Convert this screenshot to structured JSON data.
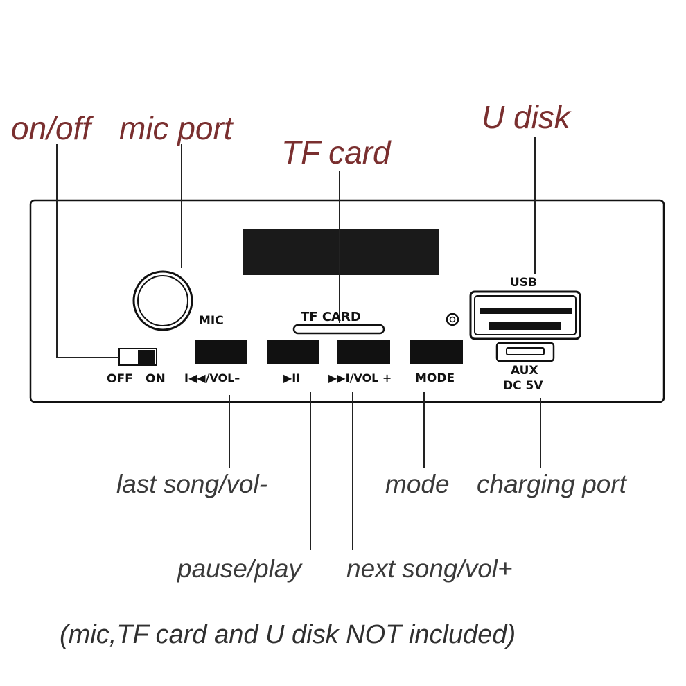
{
  "callouts": {
    "on_off": "on/off",
    "mic_port": "mic port",
    "tf_card": "TF card",
    "u_disk": "U disk",
    "last_song": "last song/vol-",
    "mode": "mode",
    "charging_port": "charging port",
    "pause_play": "pause/play",
    "next_song": "next song/vol+"
  },
  "panel": {
    "mic_label": "MIC",
    "tf_card_label": "TF CARD",
    "usb_label": "USB",
    "off_label": "OFF",
    "on_label": "ON",
    "prev_label": "I◀◀/VOL–",
    "play_label": "▶II",
    "next_label": "▶▶I/VOL +",
    "mode_label": "MODE",
    "aux_label": "AUX",
    "dc_label": "DC 5V"
  },
  "footer_note": "(mic,TF card and U disk NOT included)",
  "colors": {
    "callout_red": "#7a2f2f",
    "callout_grey": "#3a3a3a",
    "line": "#111111"
  }
}
